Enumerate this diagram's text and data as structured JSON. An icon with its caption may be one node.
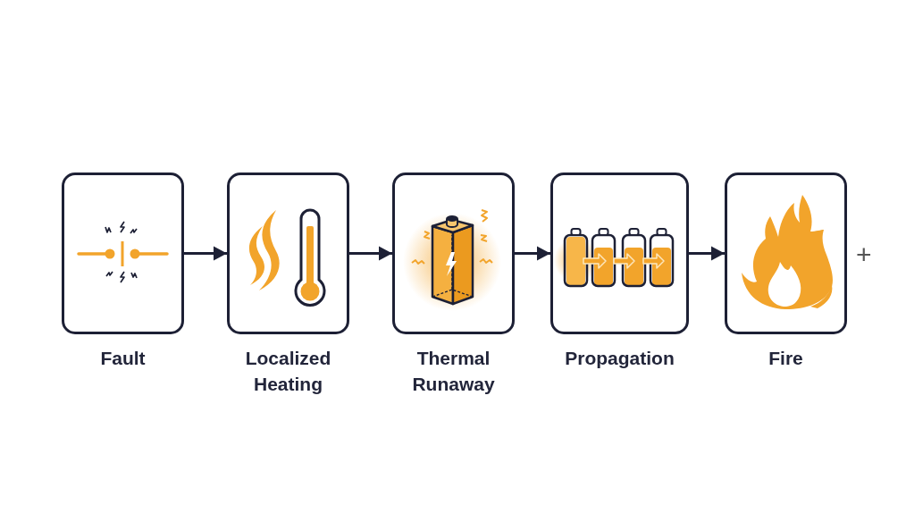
{
  "diagram": {
    "nodes": [
      {
        "text": [
          "Fault"
        ]
      },
      {
        "text": [
          "Localized Heating"
        ]
      },
      {
        "text": [
          "Thermal Runaway"
        ]
      },
      {
        "text": [
          "Propagation"
        ]
      },
      {
        "text": [
          "Fire"
        ]
      }
    ],
    "edges": [
      {
        "from": 0,
        "to": 1,
        "arrow": "to"
      },
      {
        "from": 1,
        "to": 2,
        "arrow": "to"
      },
      {
        "from": 2,
        "to": 3,
        "arrow": "to"
      },
      {
        "from": 3,
        "to": 4,
        "arrow": "to"
      }
    ],
    "labels": [
      "+"
    ]
  }
}
